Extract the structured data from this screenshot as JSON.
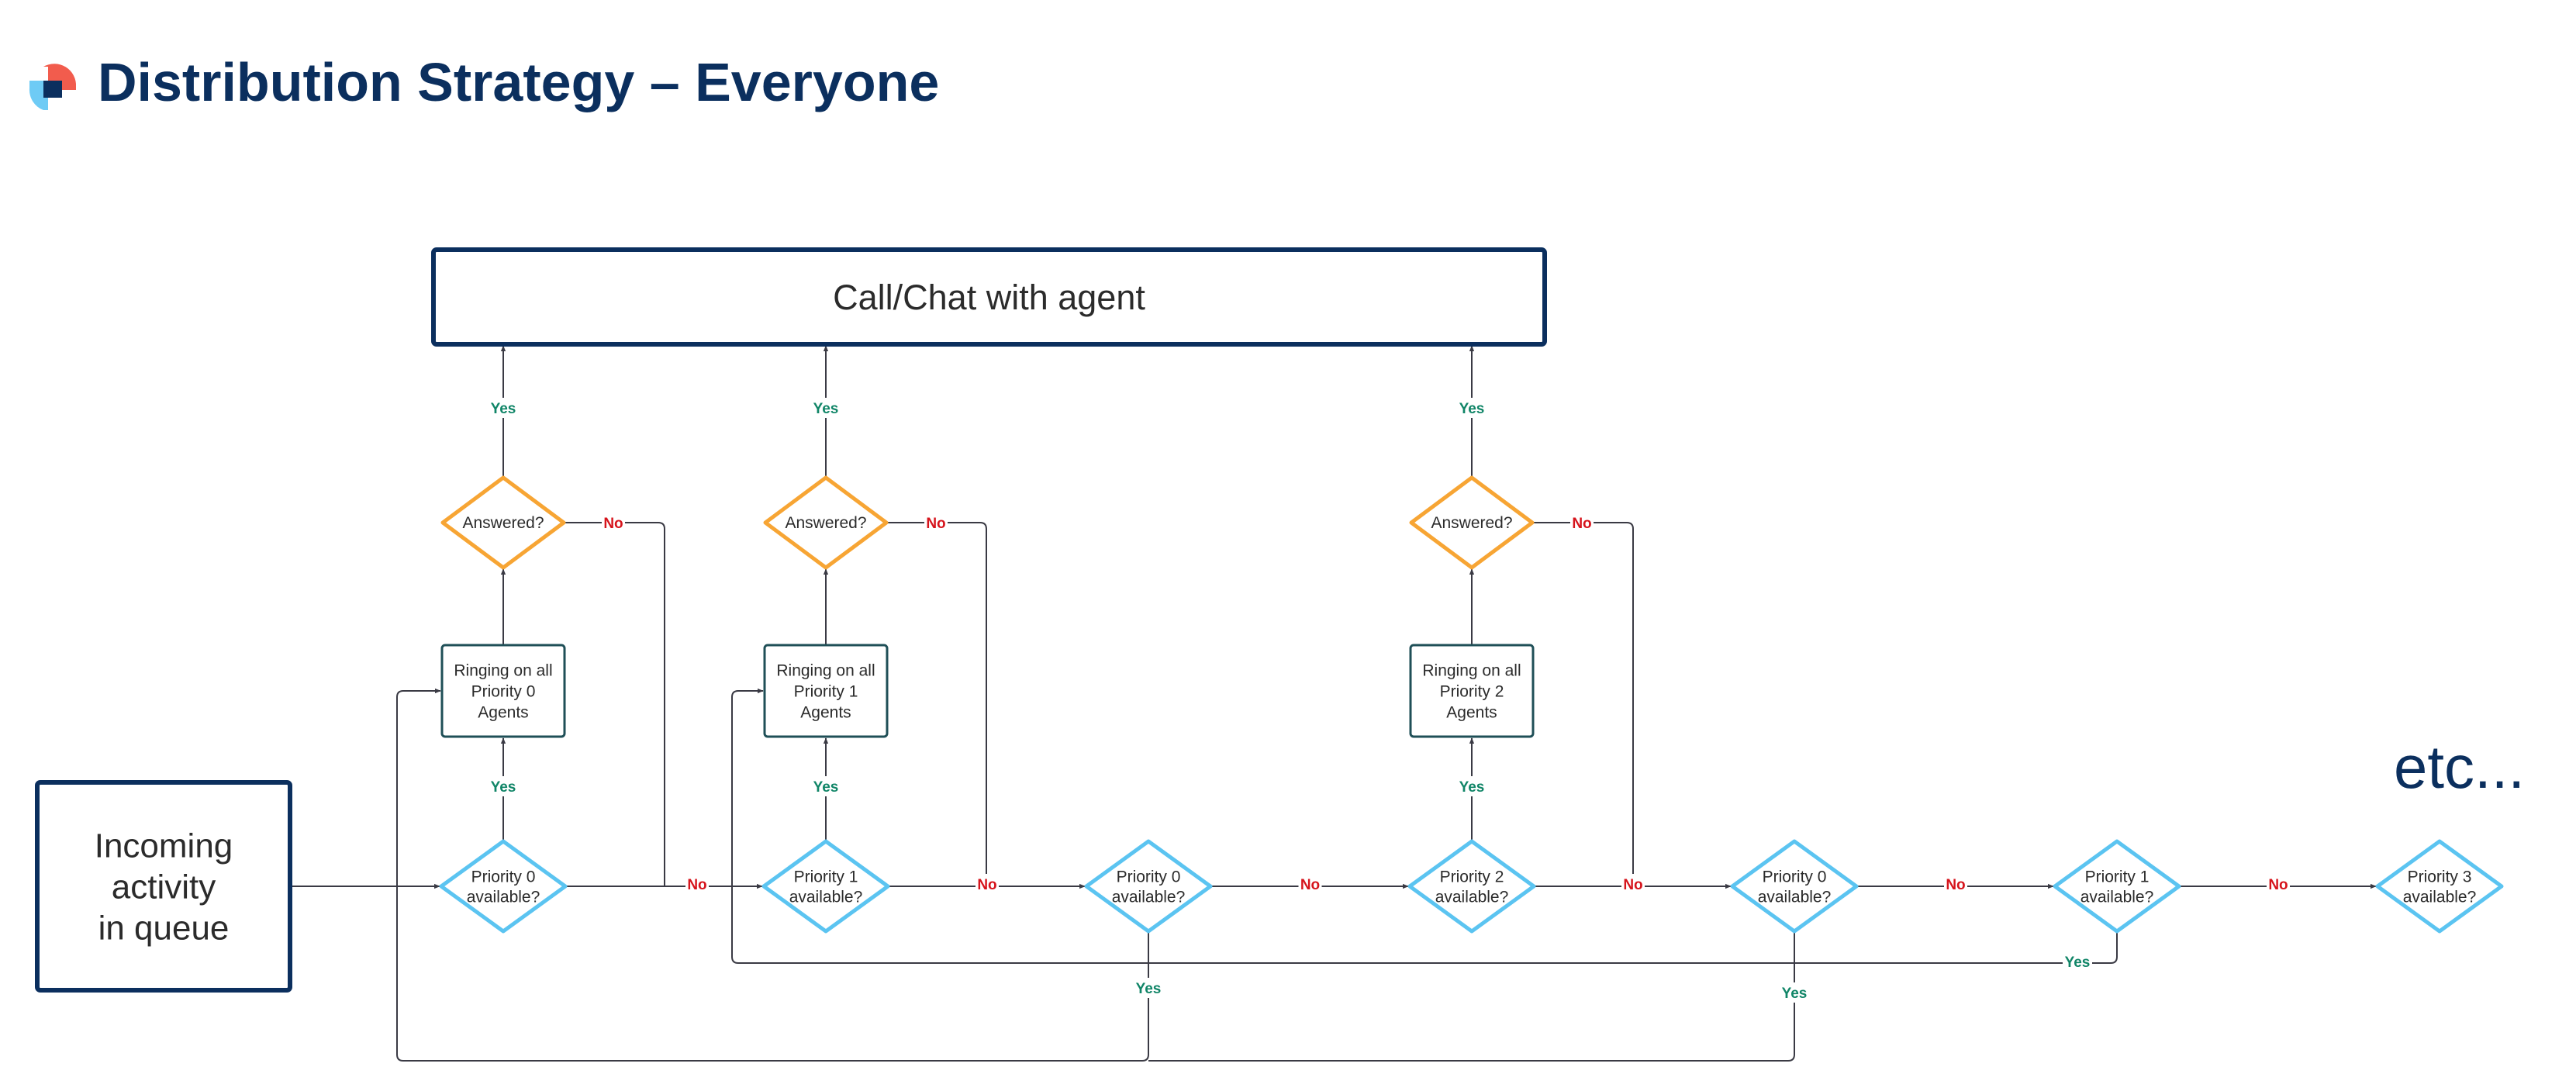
{
  "header": {
    "title": "Distribution Strategy – Everyone",
    "logo_icon": "brand-logo-icon"
  },
  "colors": {
    "title": "#0b2f5e",
    "dark_box": "#0b2f5e",
    "agent_box": "#1f4f57",
    "answer_diamond": "#f7a534",
    "priority_diamond": "#5bc4f1",
    "yes": "#108567",
    "no": "#d6141c",
    "connector": "#3a3a44"
  },
  "nodes": {
    "start": [
      "Incoming",
      "activity",
      "in queue"
    ],
    "end": "Call/Chat with agent",
    "ringing": [
      [
        "Ringing on all",
        "Priority 0",
        "Agents"
      ],
      [
        "Ringing on all",
        "Priority 1",
        "Agents"
      ],
      [
        "Ringing on all",
        "Priority 2",
        "Agents"
      ]
    ],
    "answered": "Answered?",
    "priority_checks": [
      [
        "Priority 0",
        "available?"
      ],
      [
        "Priority 1",
        "available?"
      ],
      [
        "Priority 0",
        "available?"
      ],
      [
        "Priority 2",
        "available?"
      ],
      [
        "Priority 0",
        "available?"
      ],
      [
        "Priority 1",
        "available?"
      ],
      [
        "Priority 3",
        "available?"
      ]
    ],
    "etc": "etc..."
  },
  "labels": {
    "yes": "Yes",
    "no": "No"
  }
}
